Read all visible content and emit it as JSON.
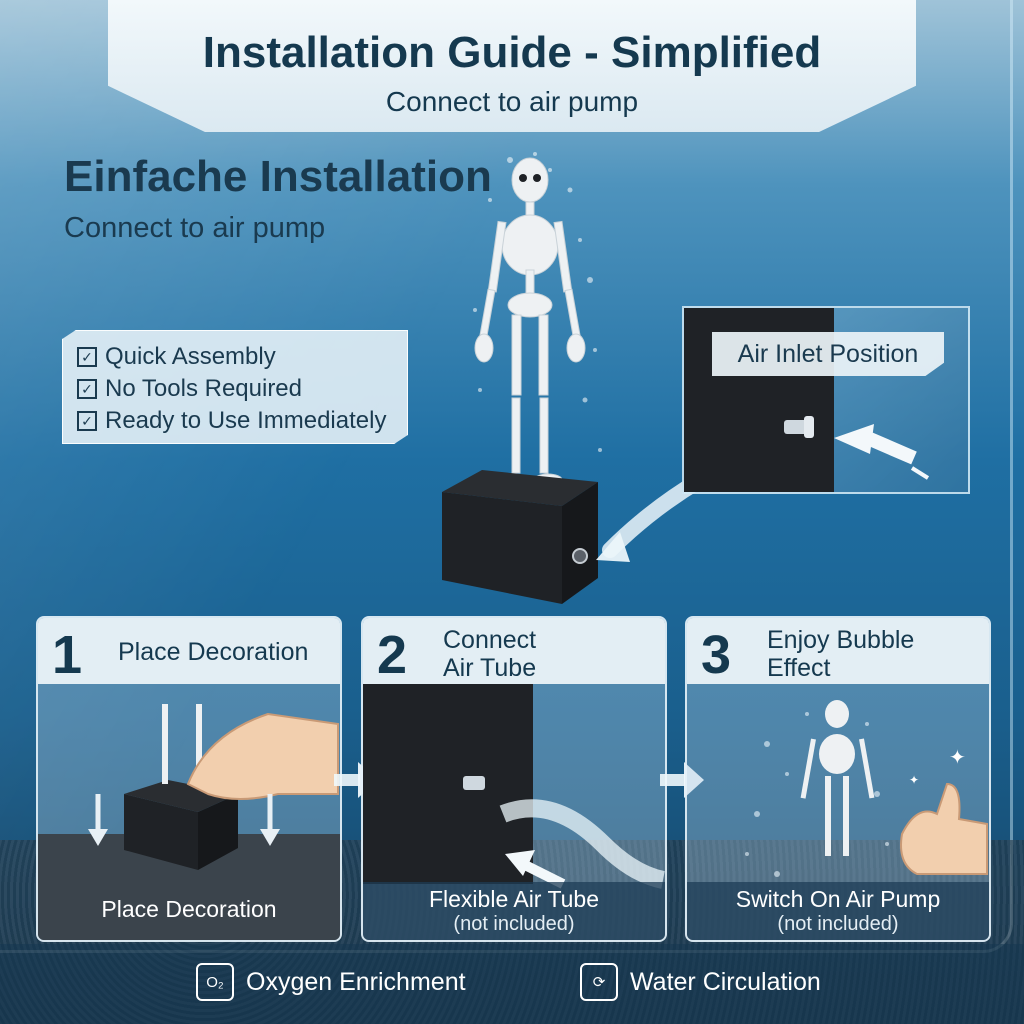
{
  "banner": {
    "title": "Installation Guide - Simplified",
    "subtitle": "Connect to air pump"
  },
  "heading": {
    "title": "Einfache Installation",
    "subtitle": "Connect to air pump"
  },
  "checklist": {
    "items": [
      {
        "label": "Quick Assembly",
        "icon": "checkbox-icon"
      },
      {
        "label": "No Tools Required",
        "icon": "checkbox-icon"
      },
      {
        "label": "Ready to Use Immediately",
        "icon": "checkbox-icon"
      }
    ]
  },
  "inset": {
    "label": "Air Inlet Position"
  },
  "steps": [
    {
      "number": "1",
      "title_line1": "Place Decoration",
      "title_line2": "",
      "caption": "Place Decoration",
      "note": ""
    },
    {
      "number": "2",
      "title_line1": "Connect",
      "title_line2": "Air Tube",
      "caption": "Flexible Air Tube",
      "note": "(not included)"
    },
    {
      "number": "3",
      "title_line1": "Enjoy Bubble",
      "title_line2": "Effect",
      "caption": "Switch On Air Pump",
      "note": "(not included)"
    }
  ],
  "footer": {
    "features": [
      {
        "label": "Oxygen Enrichment",
        "icon": "oxygen-icon",
        "icon_text": "O₂"
      },
      {
        "label": "Water Circulation",
        "icon": "circulation-icon",
        "icon_text": "⟳"
      }
    ]
  },
  "colors": {
    "text_dark": "#15394f",
    "panel_light": "#ebf3f8",
    "water": "#1f6fa3"
  }
}
